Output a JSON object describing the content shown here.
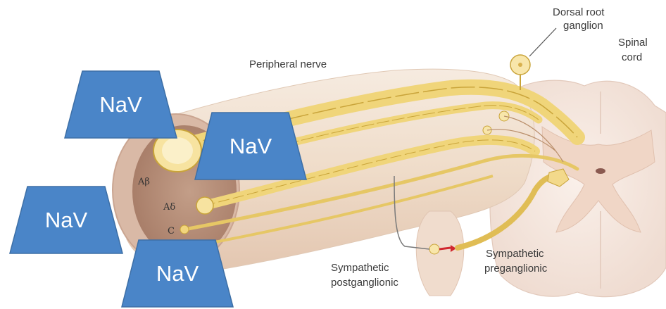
{
  "labels": {
    "peripheral_nerve": "Peripheral nerve",
    "dorsal_root_ganglion_line1": "Dorsal root",
    "dorsal_root_ganglion_line2": "ganglion",
    "spinal_cord_line1": "Spinal",
    "spinal_cord_line2": "cord",
    "sympathetic_postganglionic_line1": "Sympathetic",
    "sympathetic_postganglionic_line2": "postganglionic",
    "sympathetic_preganglionic_line1": "Sympathetic",
    "sympathetic_preganglionic_line2": "preganglionic",
    "fiber_a_beta": "Aβ",
    "fiber_a_delta": "Aδ",
    "fiber_c": "C"
  },
  "nav_boxes": [
    "NaV",
    "NaV",
    "NaV",
    "NaV"
  ],
  "colors": {
    "nav_fill": "#4a85c8",
    "nav_border": "#3d6fa6",
    "nerve_sheath": "#f1dfcf",
    "axon_yellow": "#f0d57a",
    "axon_outline": "#c9a43a",
    "spinal_cord": "#f6e8df",
    "gray_matter": "#f0d8c8"
  }
}
